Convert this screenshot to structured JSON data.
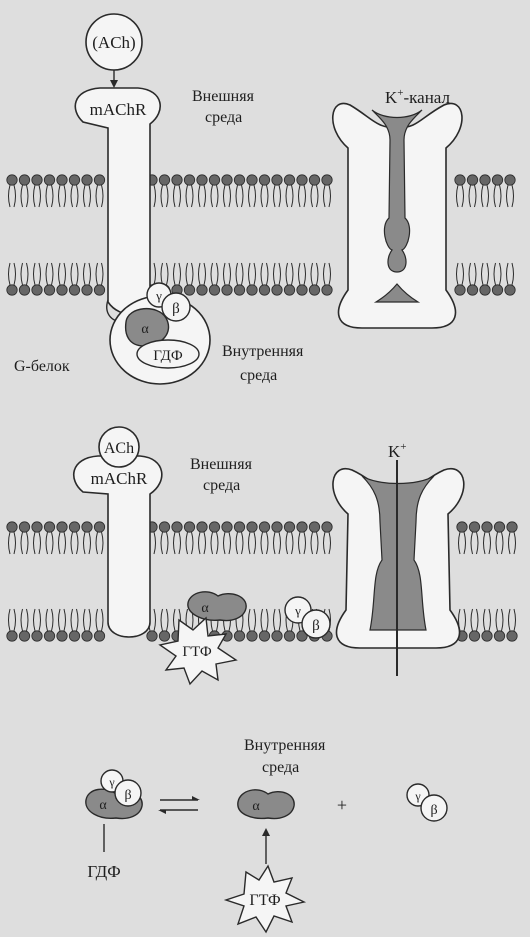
{
  "panel_top": {
    "ligand": "(ACh)",
    "receptor": "mAChR",
    "outside_label": [
      "Внешняя",
      "среда"
    ],
    "channel_label_main": "K",
    "channel_label_sup": "+",
    "channel_label_suffix": "-канал",
    "g_protein_label": "G-белок",
    "inside_label": [
      "Внутренняя",
      "среда"
    ],
    "gamma": "γ",
    "beta": "β",
    "alpha": "α",
    "gdp": "ГДФ"
  },
  "panel_bottom": {
    "ligand": "ACh",
    "receptor": "mAChR",
    "outside_label": [
      "Внешняя",
      "среда"
    ],
    "ion_main": "K",
    "ion_sup": "+",
    "alpha": "α",
    "gamma": "γ",
    "beta": "β",
    "gtp": "ГТФ",
    "inside_label": [
      "Внутренняя",
      "среда"
    ]
  },
  "cycle": {
    "alpha": "α",
    "gamma": "γ",
    "beta": "β",
    "plus": "+",
    "gdp": "ГДФ",
    "gtp": "ГТФ"
  },
  "colors": {
    "background": "#dedede",
    "line": "#2a2a2a",
    "fill_dark": "#8a8a8a",
    "fill_light": "#f5f5f5"
  }
}
